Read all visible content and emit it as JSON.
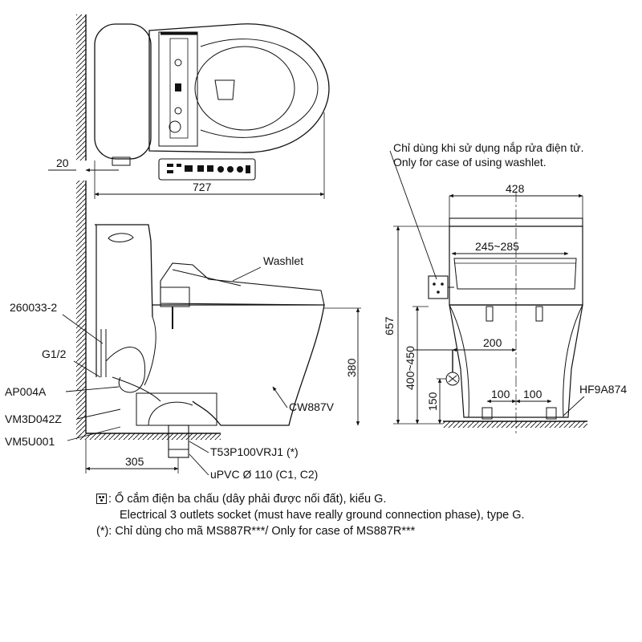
{
  "top_view": {
    "dim_wall_gap": "20",
    "dim_length": "727"
  },
  "side_view": {
    "label_washlet": "Washlet",
    "part_260033": "260033-2",
    "part_g12": "G1/2",
    "part_ap004a": "AP004A",
    "part_vm3d042z": "VM3D042Z",
    "part_vm5u001": "VM5U001",
    "part_cw887v": "CW887V",
    "part_t53p": "T53P100VRJ1 (*)",
    "part_upvc": "uPVC Ø 110 (C1, C2)",
    "dim_height": "380",
    "dim_rough_in": "305"
  },
  "front_view": {
    "note_vi": "Chỉ dùng khi sử dụng nắp rửa điện tử.",
    "note_en": "Only for case of using washlet.",
    "dim_width": "428",
    "dim_seat_range": "245~285",
    "dim_height_total": "657",
    "dim_outlet_height": "400~450",
    "dim_200": "200",
    "dim_100_left": "100",
    "dim_100_right": "100",
    "dim_150": "150",
    "part_hf9a874": "HF9A874"
  },
  "notes": {
    "socket_vi": ": Ổ cắm điện ba chấu (dây phải được nối đất), kiểu G.",
    "socket_en": "Electrical 3 outlets socket (must have really ground connection phase), type G.",
    "footnote": "(*): Chỉ dùng cho mã MS887R***/ Only for case of MS887R***"
  }
}
